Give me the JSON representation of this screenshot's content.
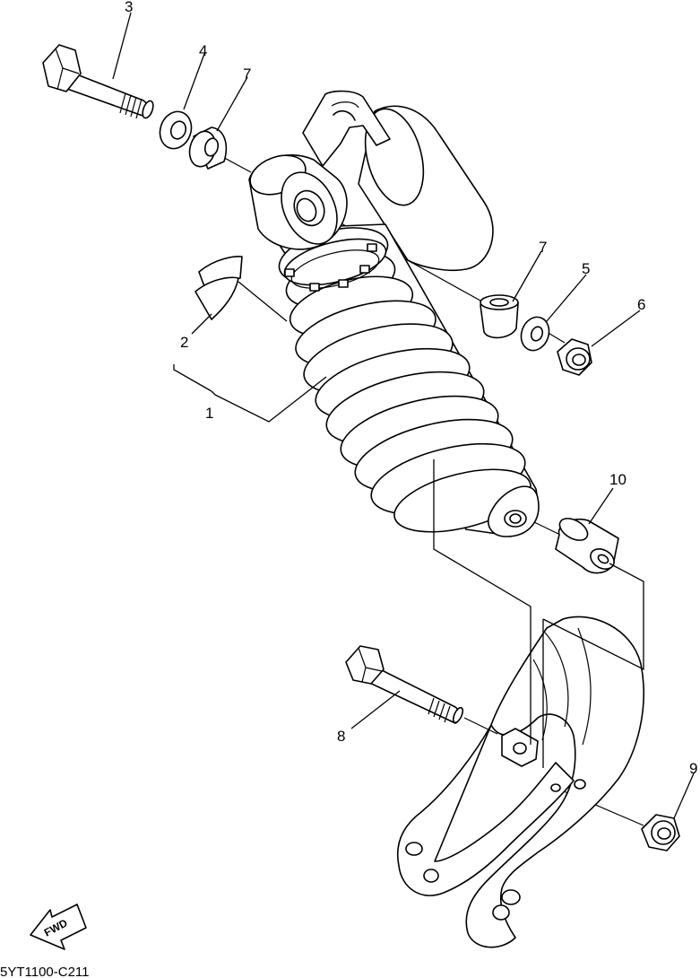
{
  "diagram": {
    "callouts": [
      {
        "id": "1",
        "label": "1"
      },
      {
        "id": "2",
        "label": "2"
      },
      {
        "id": "3",
        "label": "3"
      },
      {
        "id": "4",
        "label": "4"
      },
      {
        "id": "5",
        "label": "5"
      },
      {
        "id": "6",
        "label": "6"
      },
      {
        "id": "7a",
        "label": "7"
      },
      {
        "id": "7b",
        "label": "7"
      },
      {
        "id": "8",
        "label": "8"
      },
      {
        "id": "9",
        "label": "9"
      },
      {
        "id": "10",
        "label": "10"
      }
    ],
    "direction_badge": "FWD",
    "drawing_code": "5YT1100-C211"
  }
}
